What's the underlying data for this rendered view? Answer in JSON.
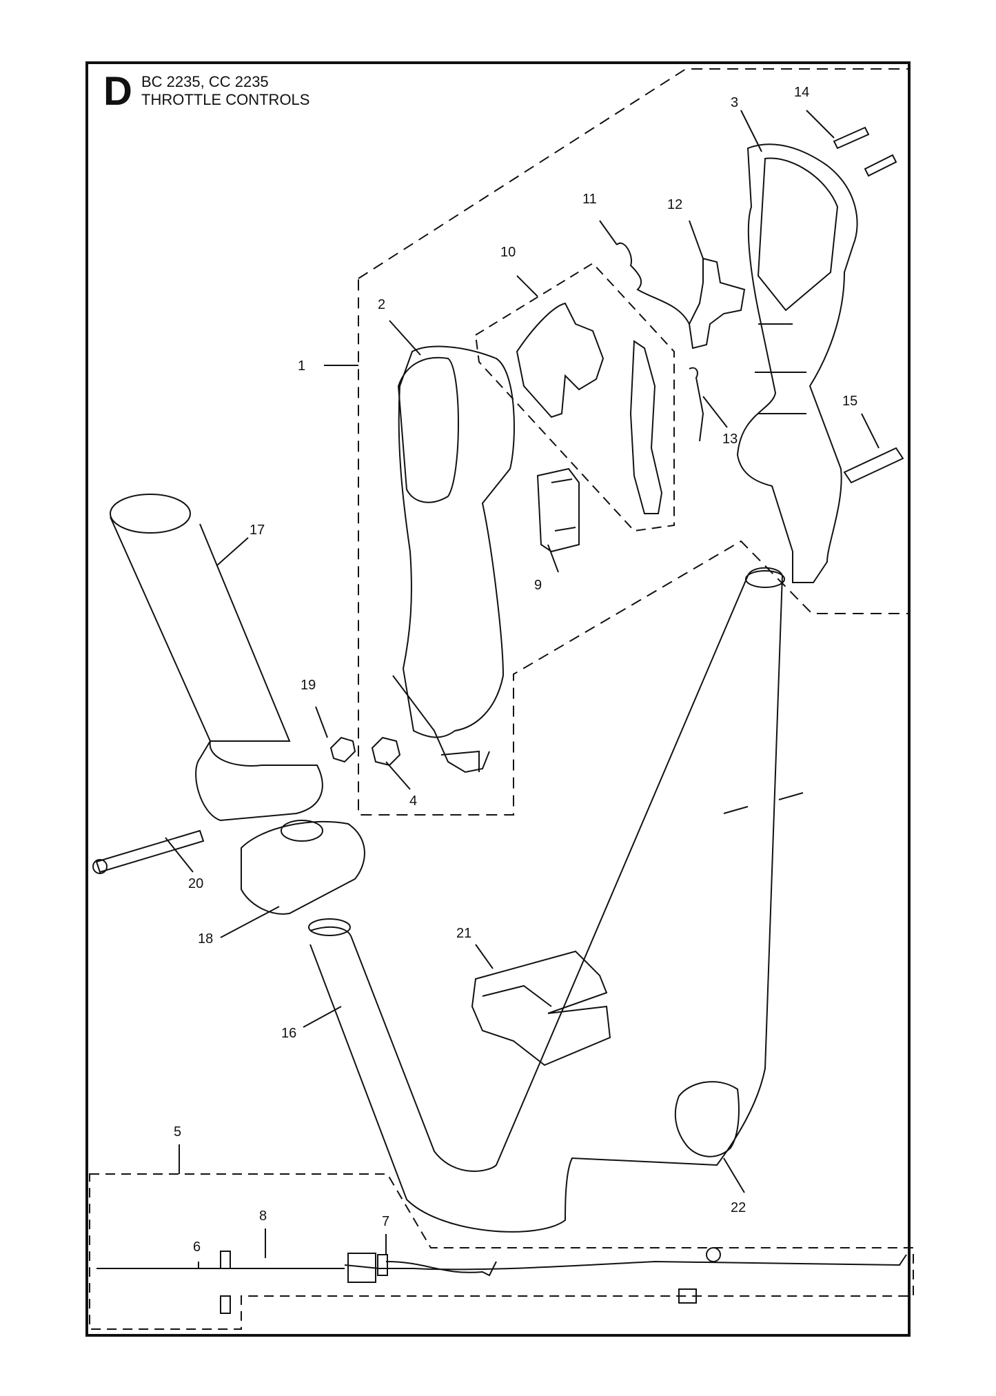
{
  "header": {
    "section_letter": "D",
    "models": "BC 2235, CC 2235",
    "section_title": "THROTTLE CONTROLS"
  },
  "callouts": [
    "1",
    "2",
    "3",
    "4",
    "5",
    "6",
    "7",
    "8",
    "9",
    "10",
    "11",
    "12",
    "13",
    "14",
    "15",
    "16",
    "17",
    "18",
    "19",
    "20",
    "21",
    "22"
  ]
}
